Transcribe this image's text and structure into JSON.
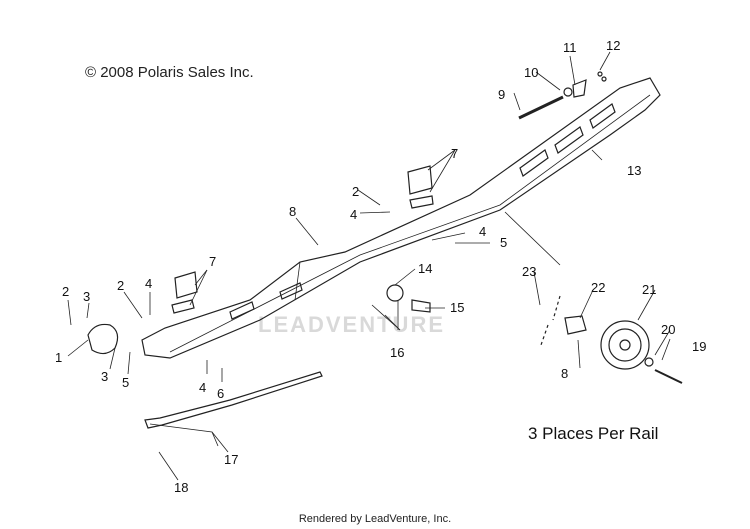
{
  "diagram": {
    "copyright": "© 2008 Polaris Sales Inc.",
    "note": "3 Places Per Rail",
    "footer": "Rendered by LeadVenture, Inc.",
    "watermark": "LEADVENTURE",
    "callouts": [
      "1",
      "2",
      "2",
      "2",
      "3",
      "3",
      "4",
      "4",
      "4",
      "4",
      "5",
      "5",
      "6",
      "7",
      "7",
      "8",
      "8",
      "9",
      "10",
      "11",
      "12",
      "13",
      "14",
      "15",
      "16",
      "17",
      "18",
      "19",
      "20",
      "21",
      "22",
      "23"
    ]
  }
}
